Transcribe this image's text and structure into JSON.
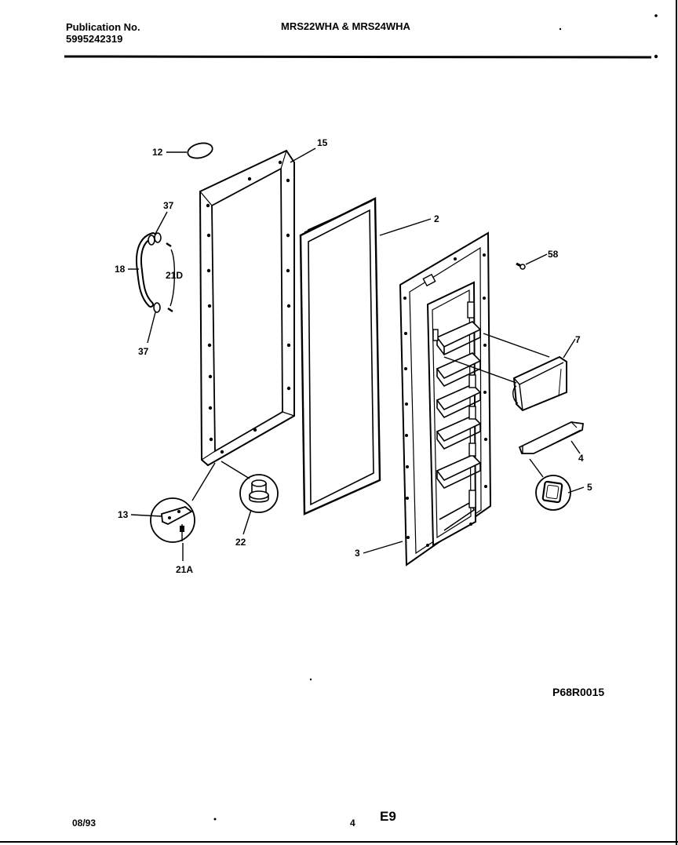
{
  "header": {
    "publication_label": "Publication No.",
    "publication_number": "5995242319",
    "models": "MRS22WHA & MRS24WHA"
  },
  "diagram": {
    "code": "P68R0015",
    "callouts": {
      "c12": "12",
      "c15": "15",
      "c37a": "37",
      "c18": "18",
      "c21d": "21D",
      "c37b": "37",
      "c2": "2",
      "c58": "58",
      "c7": "7",
      "c4": "4",
      "c5": "5",
      "c13": "13",
      "c22": "22",
      "c21a": "21A",
      "c3": "3"
    }
  },
  "footer": {
    "date": "08/93",
    "page": "4",
    "section": "E9"
  }
}
